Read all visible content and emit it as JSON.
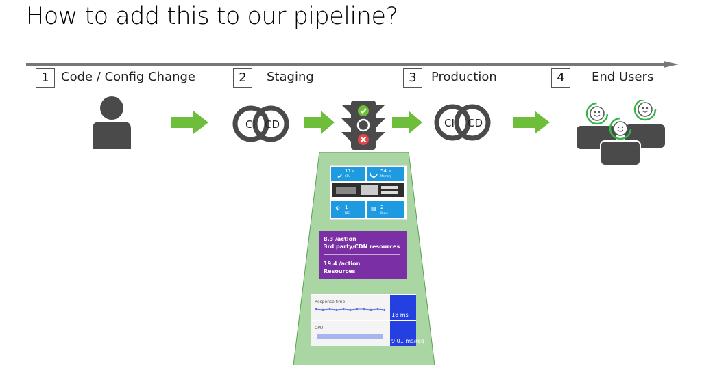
{
  "title": "How to add this to our pipeline?",
  "steps": [
    {
      "num": "1",
      "label": "Code / Config Change"
    },
    {
      "num": "2",
      "label": "Staging"
    },
    {
      "num": "3",
      "label": "Production"
    },
    {
      "num": "4",
      "label": "End Users"
    }
  ],
  "cicd": {
    "ci": "CI",
    "cd": "CD"
  },
  "colors": {
    "arrow": "#6fbe3b",
    "icon": "#4a4a4a",
    "funnel": "#a9d6a2",
    "tile": "#1e9be0",
    "purple": "#7b2fa5",
    "perf_value": "#2540e0",
    "green_ring": "#33b54a"
  },
  "host_tiles": [
    {
      "value": "11",
      "unit": "%",
      "label": "CPU"
    },
    {
      "value": "54",
      "unit": "%",
      "label": "Memory"
    },
    {
      "value": "1",
      "unit": "",
      "label": "NIC"
    },
    {
      "value": "2",
      "unit": "",
      "label": "Disks"
    }
  ],
  "resources": {
    "line1_value": "8.3 /action",
    "line1_label": "3rd party/CDN resources",
    "line2_value": "19.4 /action",
    "line2_label": "Resources"
  },
  "perf": {
    "response_label": "Response time",
    "response_value": "18 ms",
    "cpu_label": "CPU",
    "cpu_value": "9.01 ms/req"
  }
}
